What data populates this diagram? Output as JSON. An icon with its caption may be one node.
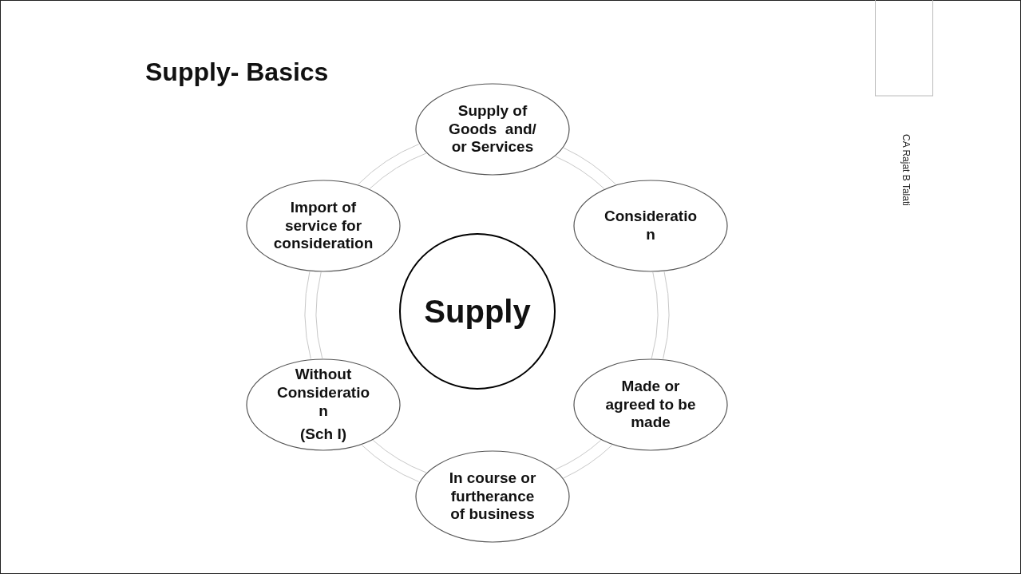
{
  "diagram": {
    "title": "Supply- Basics",
    "nodes": [
      {
        "text": [
          "Supply"
        ]
      },
      {
        "text": [
          "Supply of Goods  and/ or Services"
        ]
      },
      {
        "text": [
          "Consideratio n"
        ]
      },
      {
        "text": [
          "Made or agreed to be made"
        ]
      },
      {
        "text": [
          "In course or furtherance of business"
        ]
      },
      {
        "text": [
          "Without Consideratio n",
          "(Sch I)"
        ]
      },
      {
        "text": [
          "Import of service for consideration"
        ]
      }
    ],
    "edges": [
      {
        "from": 1,
        "to": 2,
        "arrow": "none"
      },
      {
        "from": 2,
        "to": 3,
        "arrow": "none"
      },
      {
        "from": 3,
        "to": 4,
        "arrow": "none"
      },
      {
        "from": 4,
        "to": 5,
        "arrow": "none"
      },
      {
        "from": 5,
        "to": 6,
        "arrow": "none"
      },
      {
        "from": 6,
        "to": 1,
        "arrow": "none"
      }
    ],
    "labels": [
      "CA Rajat B Talati"
    ]
  }
}
